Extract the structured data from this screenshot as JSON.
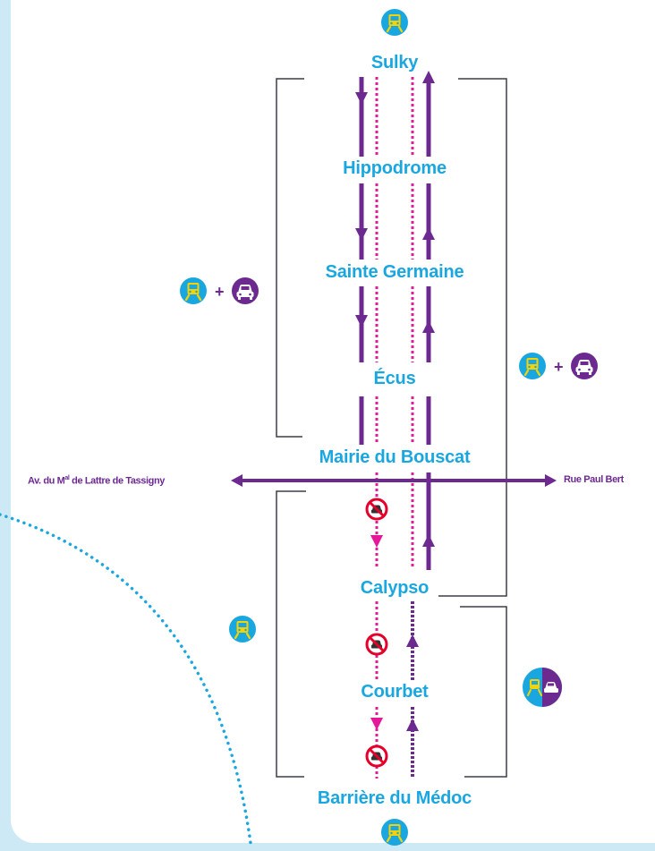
{
  "stations": [
    {
      "id": "sulky",
      "label": "Sulky"
    },
    {
      "id": "hippodrome",
      "label": "Hippodrome"
    },
    {
      "id": "sainte-germaine",
      "label": "Sainte Germaine"
    },
    {
      "id": "ecus",
      "label": "Écus"
    },
    {
      "id": "mairie",
      "label": "Mairie du Bouscat"
    },
    {
      "id": "calypso",
      "label": "Calypso"
    },
    {
      "id": "courbet",
      "label": "Courbet"
    },
    {
      "id": "barriere",
      "label": "Barrière du Médoc"
    }
  ],
  "cross_street": {
    "left_label_pre": "Av. du M",
    "left_label_sup": "al",
    "left_label_post": " de Lattre de Tassigny",
    "right_label": "Rue Paul Bert"
  },
  "segments": [
    {
      "side": "left",
      "mode": "tram + car",
      "icons": [
        "tram-icon",
        "plus",
        "car-icon"
      ]
    },
    {
      "side": "right",
      "mode": "tram + car",
      "icons": [
        "tram-icon",
        "plus",
        "car-icon"
      ]
    },
    {
      "side": "left",
      "mode": "tram only",
      "icons": [
        "tram-icon"
      ]
    },
    {
      "side": "right",
      "mode": "tram and car shared",
      "icons": [
        "tram-car-icon"
      ]
    }
  ],
  "icons": [
    "tram-icon",
    "car-icon",
    "no-car-icon",
    "direction-arrow-icon"
  ],
  "colors": {
    "station_text": "#1aa7e0",
    "car_lane": "#6c2a91",
    "tram_track": "#e5189a",
    "bracket": "#3d3d4a",
    "cyan_circle": "#1aa7e0",
    "tram_yellow": "#f6d300",
    "no_car_red": "#e4002b",
    "background_curve": "#1aa7e0"
  }
}
